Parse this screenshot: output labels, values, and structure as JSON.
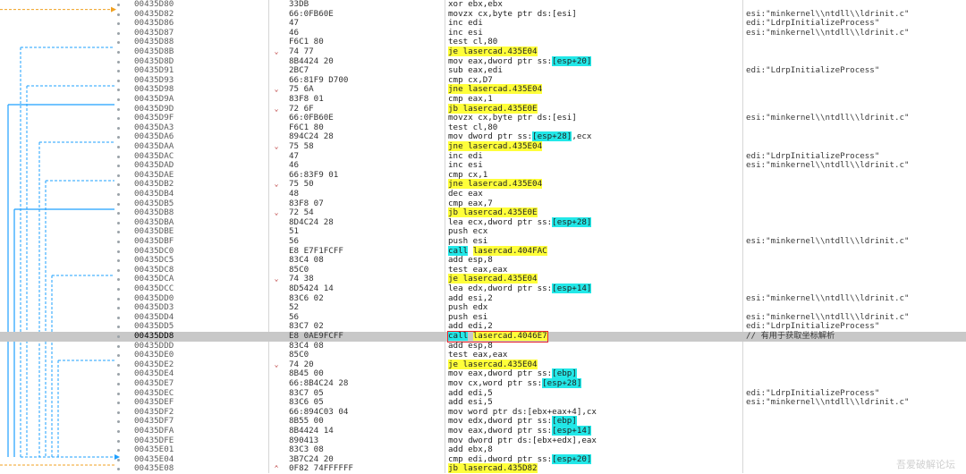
{
  "rows": [
    {
      "addr": "00435D80",
      "jm": "",
      "bytes": "33DB",
      "asm": [
        {
          "t": "xor ebx,ebx"
        }
      ],
      "cmt": ""
    },
    {
      "addr": "00435D82",
      "jm": "",
      "bytes": "66:0FB60E",
      "asm": [
        {
          "t": "movzx cx,byte ptr ds:[esi]"
        }
      ],
      "cmt": "esi:\"minkernel\\\\ntdll\\\\ldrinit.c\""
    },
    {
      "addr": "00435D86",
      "jm": "",
      "bytes": "47",
      "asm": [
        {
          "t": "inc edi"
        }
      ],
      "cmt": "edi:\"LdrpInitializeProcess\""
    },
    {
      "addr": "00435D87",
      "jm": "",
      "bytes": "46",
      "asm": [
        {
          "t": "inc esi"
        }
      ],
      "cmt": "esi:\"minkernel\\\\ntdll\\\\ldrinit.c\""
    },
    {
      "addr": "00435D88",
      "jm": "",
      "bytes": "F6C1 80",
      "asm": [
        {
          "t": "test cl,80"
        }
      ],
      "cmt": ""
    },
    {
      "addr": "00435D8B",
      "jm": "v",
      "bytes": "74 77",
      "asm": [
        {
          "t": "je lasercad.435E04",
          "h": "y"
        }
      ],
      "cmt": ""
    },
    {
      "addr": "00435D8D",
      "jm": "",
      "bytes": "8B4424 20",
      "asm": [
        {
          "t": "mov eax,dword ptr ss:"
        },
        {
          "t": "[esp+20]",
          "h": "c"
        }
      ],
      "cmt": ""
    },
    {
      "addr": "00435D91",
      "jm": "",
      "bytes": "2BC7",
      "asm": [
        {
          "t": "sub eax,edi"
        }
      ],
      "cmt": "edi:\"LdrpInitializeProcess\""
    },
    {
      "addr": "00435D93",
      "jm": "",
      "bytes": "66:81F9 D700",
      "asm": [
        {
          "t": "cmp cx,D7"
        }
      ],
      "cmt": ""
    },
    {
      "addr": "00435D98",
      "jm": "v",
      "bytes": "75 6A",
      "asm": [
        {
          "t": "jne lasercad.435E04",
          "h": "y"
        }
      ],
      "cmt": ""
    },
    {
      "addr": "00435D9A",
      "jm": "",
      "bytes": "83F8 01",
      "asm": [
        {
          "t": "cmp eax,1"
        }
      ],
      "cmt": ""
    },
    {
      "addr": "00435D9D",
      "jm": "v",
      "bytes": "72 6F",
      "asm": [
        {
          "t": "jb lasercad.435E0E",
          "h": "y"
        }
      ],
      "cmt": ""
    },
    {
      "addr": "00435D9F",
      "jm": "",
      "bytes": "66:0FB60E",
      "asm": [
        {
          "t": "movzx cx,byte ptr ds:[esi]"
        }
      ],
      "cmt": "esi:\"minkernel\\\\ntdll\\\\ldrinit.c\""
    },
    {
      "addr": "00435DA3",
      "jm": "",
      "bytes": "F6C1 80",
      "asm": [
        {
          "t": "test cl,80"
        }
      ],
      "cmt": ""
    },
    {
      "addr": "00435DA6",
      "jm": "",
      "bytes": "894C24 28",
      "asm": [
        {
          "t": "mov dword ptr ss:"
        },
        {
          "t": "[esp+28]",
          "h": "c"
        },
        {
          "t": ",ecx"
        }
      ],
      "cmt": ""
    },
    {
      "addr": "00435DAA",
      "jm": "v",
      "bytes": "75 58",
      "asm": [
        {
          "t": "jne lasercad.435E04",
          "h": "y"
        }
      ],
      "cmt": ""
    },
    {
      "addr": "00435DAC",
      "jm": "",
      "bytes": "47",
      "asm": [
        {
          "t": "inc edi"
        }
      ],
      "cmt": "edi:\"LdrpInitializeProcess\""
    },
    {
      "addr": "00435DAD",
      "jm": "",
      "bytes": "46",
      "asm": [
        {
          "t": "inc esi"
        }
      ],
      "cmt": "esi:\"minkernel\\\\ntdll\\\\ldrinit.c\""
    },
    {
      "addr": "00435DAE",
      "jm": "",
      "bytes": "66:83F9 01",
      "asm": [
        {
          "t": "cmp cx,1"
        }
      ],
      "cmt": ""
    },
    {
      "addr": "00435DB2",
      "jm": "v",
      "bytes": "75 50",
      "asm": [
        {
          "t": "jne lasercad.435E04",
          "h": "y"
        }
      ],
      "cmt": ""
    },
    {
      "addr": "00435DB4",
      "jm": "",
      "bytes": "48",
      "asm": [
        {
          "t": "dec eax"
        }
      ],
      "cmt": ""
    },
    {
      "addr": "00435DB5",
      "jm": "",
      "bytes": "83F8 07",
      "asm": [
        {
          "t": "cmp eax,7"
        }
      ],
      "cmt": ""
    },
    {
      "addr": "00435DB8",
      "jm": "v",
      "bytes": "72 54",
      "asm": [
        {
          "t": "jb lasercad.435E0E",
          "h": "y"
        }
      ],
      "cmt": ""
    },
    {
      "addr": "00435DBA",
      "jm": "",
      "bytes": "8D4C24 28",
      "asm": [
        {
          "t": "lea ecx,dword ptr ss:"
        },
        {
          "t": "[esp+28]",
          "h": "c"
        }
      ],
      "cmt": ""
    },
    {
      "addr": "00435DBE",
      "jm": "",
      "bytes": "51",
      "asm": [
        {
          "t": "push ecx"
        }
      ],
      "cmt": ""
    },
    {
      "addr": "00435DBF",
      "jm": "",
      "bytes": "56",
      "asm": [
        {
          "t": "push esi"
        }
      ],
      "cmt": "esi:\"minkernel\\\\ntdll\\\\ldrinit.c\""
    },
    {
      "addr": "00435DC0",
      "jm": "",
      "bytes": "E8 E7F1FCFF",
      "asm": [
        {
          "t": "call",
          "h": "c"
        },
        {
          "t": " "
        },
        {
          "t": "lasercad.404FAC",
          "h": "y"
        }
      ],
      "cmt": ""
    },
    {
      "addr": "00435DC5",
      "jm": "",
      "bytes": "83C4 08",
      "asm": [
        {
          "t": "add esp,8"
        }
      ],
      "cmt": ""
    },
    {
      "addr": "00435DC8",
      "jm": "",
      "bytes": "85C0",
      "asm": [
        {
          "t": "test eax,eax"
        }
      ],
      "cmt": ""
    },
    {
      "addr": "00435DCA",
      "jm": "v",
      "bytes": "74 38",
      "asm": [
        {
          "t": "je lasercad.435E04",
          "h": "y"
        }
      ],
      "cmt": ""
    },
    {
      "addr": "00435DCC",
      "jm": "",
      "bytes": "8D5424 14",
      "asm": [
        {
          "t": "lea edx,dword ptr ss:"
        },
        {
          "t": "[esp+14]",
          "h": "c"
        }
      ],
      "cmt": ""
    },
    {
      "addr": "00435DD0",
      "jm": "",
      "bytes": "83C6 02",
      "asm": [
        {
          "t": "add esi,2"
        }
      ],
      "cmt": "esi:\"minkernel\\\\ntdll\\\\ldrinit.c\""
    },
    {
      "addr": "00435DD3",
      "jm": "",
      "bytes": "52",
      "asm": [
        {
          "t": "push edx"
        }
      ],
      "cmt": ""
    },
    {
      "addr": "00435DD4",
      "jm": "",
      "bytes": "56",
      "asm": [
        {
          "t": "push esi"
        }
      ],
      "cmt": "esi:\"minkernel\\\\ntdll\\\\ldrinit.c\""
    },
    {
      "addr": "00435DD5",
      "jm": "",
      "bytes": "83C7 02",
      "asm": [
        {
          "t": "add edi,2"
        }
      ],
      "cmt": "edi:\"LdrpInitializeProcess\""
    },
    {
      "addr": "00435DD8",
      "jm": "",
      "bytes": "E8 0AE9FCFF",
      "asm": [
        {
          "t": "call",
          "h": "c"
        },
        {
          "t": " "
        },
        {
          "t": "lasercad.4046E7",
          "h": "y"
        }
      ],
      "cmt": "// 有用于获取坐标解析",
      "selected": true,
      "boxed": true
    },
    {
      "addr": "00435DDD",
      "jm": "",
      "bytes": "83C4 08",
      "asm": [
        {
          "t": "add esp,8"
        }
      ],
      "cmt": ""
    },
    {
      "addr": "00435DE0",
      "jm": "",
      "bytes": "85C0",
      "asm": [
        {
          "t": "test eax,eax"
        }
      ],
      "cmt": ""
    },
    {
      "addr": "00435DE2",
      "jm": "v",
      "bytes": "74 20",
      "asm": [
        {
          "t": "je lasercad.435E04",
          "h": "y"
        }
      ],
      "cmt": ""
    },
    {
      "addr": "00435DE4",
      "jm": "",
      "bytes": "8B45 00",
      "asm": [
        {
          "t": "mov eax,dword ptr ss:"
        },
        {
          "t": "[ebp]",
          "h": "c"
        }
      ],
      "cmt": ""
    },
    {
      "addr": "00435DE7",
      "jm": "",
      "bytes": "66:8B4C24 28",
      "asm": [
        {
          "t": "mov cx,word ptr ss:"
        },
        {
          "t": "[esp+28]",
          "h": "c"
        }
      ],
      "cmt": ""
    },
    {
      "addr": "00435DEC",
      "jm": "",
      "bytes": "83C7 05",
      "asm": [
        {
          "t": "add edi,5"
        }
      ],
      "cmt": "edi:\"LdrpInitializeProcess\""
    },
    {
      "addr": "00435DEF",
      "jm": "",
      "bytes": "83C6 05",
      "asm": [
        {
          "t": "add esi,5"
        }
      ],
      "cmt": "esi:\"minkernel\\\\ntdll\\\\ldrinit.c\""
    },
    {
      "addr": "00435DF2",
      "jm": "",
      "bytes": "66:894C03 04",
      "asm": [
        {
          "t": "mov word ptr ds:[ebx+eax+4],cx"
        }
      ],
      "cmt": ""
    },
    {
      "addr": "00435DF7",
      "jm": "",
      "bytes": "8B55 00",
      "asm": [
        {
          "t": "mov edx,dword ptr ss:"
        },
        {
          "t": "[ebp]",
          "h": "c"
        }
      ],
      "cmt": ""
    },
    {
      "addr": "00435DFA",
      "jm": "",
      "bytes": "8B4424 14",
      "asm": [
        {
          "t": "mov eax,dword ptr ss:"
        },
        {
          "t": "[esp+14]",
          "h": "c"
        }
      ],
      "cmt": ""
    },
    {
      "addr": "00435DFE",
      "jm": "",
      "bytes": "890413",
      "asm": [
        {
          "t": "mov dword ptr ds:[ebx+edx],eax"
        }
      ],
      "cmt": ""
    },
    {
      "addr": "00435E01",
      "jm": "",
      "bytes": "83C3 08",
      "asm": [
        {
          "t": "add ebx,8"
        }
      ],
      "cmt": ""
    },
    {
      "addr": "00435E04",
      "jm": "",
      "bytes": "3B7C24 20",
      "asm": [
        {
          "t": "cmp edi,dword ptr ss:"
        },
        {
          "t": "[esp+20]",
          "h": "c"
        }
      ],
      "cmt": ""
    },
    {
      "addr": "00435E08",
      "jm": "^",
      "bytes": "0F82 74FFFFFF",
      "asm": [
        {
          "t": "jb lasercad.435D82",
          "h": "y"
        }
      ],
      "cmt": ""
    }
  ],
  "watermark": "吾爱破解论坛"
}
